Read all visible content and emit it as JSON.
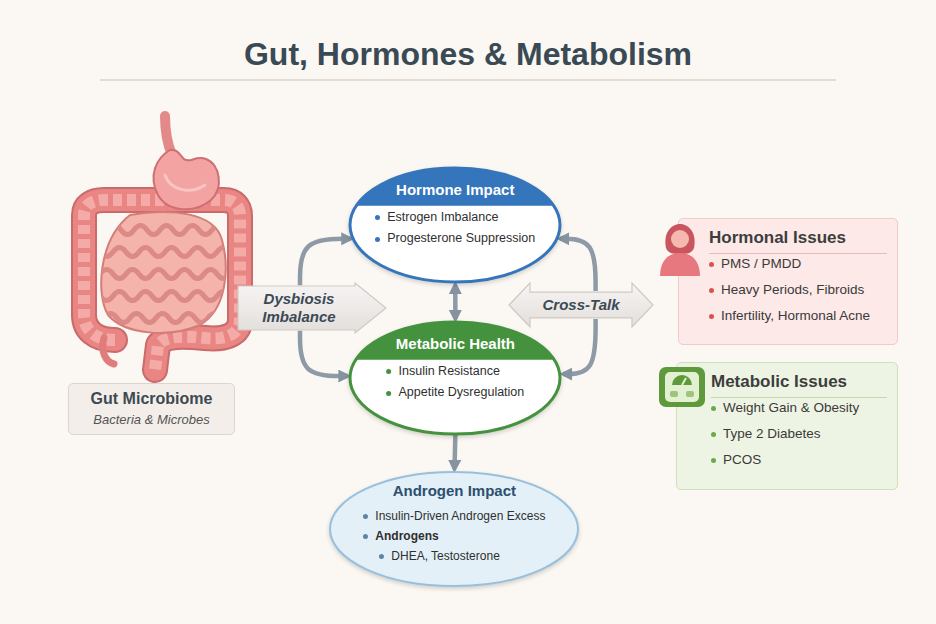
{
  "diagram": {
    "title": "Gut, Hormones & Metabolism",
    "nodes": [
      {
        "text": [
          "Gut Microbiome",
          "Bacteria & Microbes"
        ]
      },
      {
        "text": [
          "Dysbiosis Imbalance"
        ]
      },
      {
        "text": [
          "Hormone Impact",
          "Estrogen Imbalance",
          "Progesterone Suppression"
        ]
      },
      {
        "text": [
          "Metabolic Health",
          "Insulin Resistance",
          "Appetite Dysregulation"
        ]
      },
      {
        "text": [
          "Androgen Impact",
          "Insulin-Driven Androgen Excess",
          "Androgens",
          "DHEA, Testosterone"
        ]
      },
      {
        "text": [
          "Cross-Talk"
        ]
      },
      {
        "text": [
          "Hormonal Issues",
          "PMS / PMDD",
          "Heavy Periods, Fibroids",
          "Infertility, Hormonal Acne"
        ]
      },
      {
        "text": [
          "Metabolic Issues",
          "Weight Gain & Obesity",
          "Type 2 Diabetes",
          "PCOS"
        ]
      }
    ],
    "edges": [
      {
        "from": 1,
        "to": 2,
        "arrow": "to"
      },
      {
        "from": 1,
        "to": 3,
        "arrow": "to"
      },
      {
        "from": 2,
        "to": 3,
        "arrow": "both"
      },
      {
        "from": 3,
        "to": 4,
        "arrow": "to"
      },
      {
        "from": 5,
        "to": 2,
        "arrow": "to"
      },
      {
        "from": 5,
        "to": 3,
        "arrow": "to"
      }
    ]
  }
}
